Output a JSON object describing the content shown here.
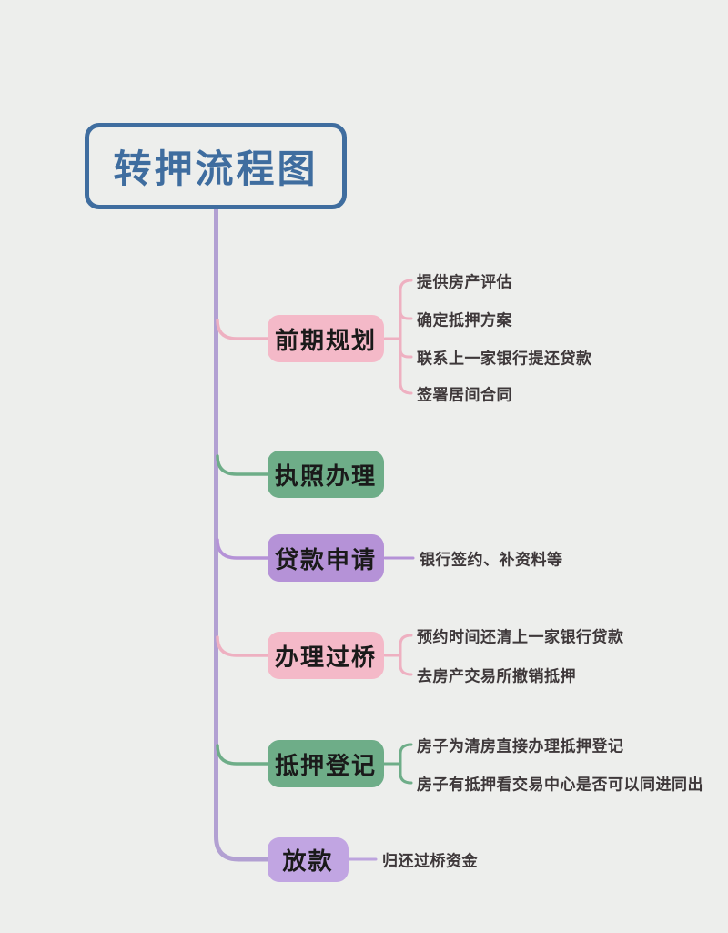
{
  "page": {
    "background": "#edeeec"
  },
  "title": {
    "text": "转押流程图",
    "color": "#3f6d9f",
    "border_color": "#3f6d9f"
  },
  "trunk": {
    "color": "#b2a0d2"
  },
  "text_colors": {
    "branch_label": "#1a1a1a",
    "leaf": "#3e383a"
  },
  "branches": [
    {
      "label": "前期规划",
      "fill": "#f4b9c8",
      "connector_color": "#eeb0c1",
      "leaves": [
        "提供房产评估",
        "确定抵押方案",
        "联系上一家银行提还贷款",
        "签署居间合同"
      ]
    },
    {
      "label": "执照办理",
      "fill": "#6ead88",
      "connector_color": "#6ead88",
      "leaves": []
    },
    {
      "label": "贷款申请",
      "fill": "#b592d7",
      "connector_color": "#b592d7",
      "leaves": [
        "银行签约、补资料等"
      ]
    },
    {
      "label": "办理过桥",
      "fill": "#f4b9c8",
      "connector_color": "#eeb0c1",
      "leaves": [
        "预约时间还清上一家银行贷款",
        "去房产交易所撤销抵押"
      ]
    },
    {
      "label": "抵押登记",
      "fill": "#6ead88",
      "connector_color": "#6ead88",
      "leaves": [
        "房子为清房直接办理抵押登记",
        "房子有抵押看交易中心是否可以同进同出"
      ]
    },
    {
      "label": "放款",
      "fill": "#c1a5e2",
      "connector_color": "#bda4de",
      "leaves": [
        "归还过桥资金"
      ]
    }
  ]
}
